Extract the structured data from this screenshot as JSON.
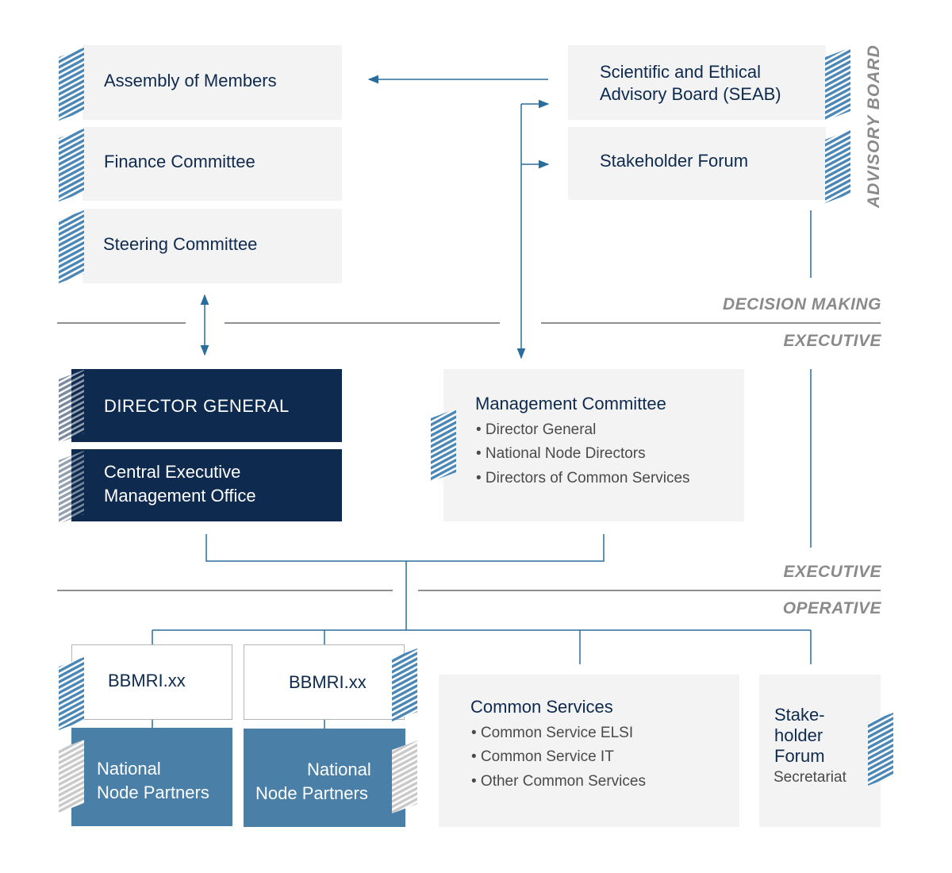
{
  "boxes": {
    "assembly": "Assembly of Members",
    "finance": "Finance Committee",
    "steering": "Steering Committee",
    "seab_line1": "Scientific and Ethical",
    "seab_line2": "Advisory Board (SEAB)",
    "stakeholder_forum": "Stakeholder Forum",
    "director_general": "DIRECTOR GENERAL",
    "ceo_line1": "Central Executive",
    "ceo_line2": "Management Office",
    "mgmt_title": "Management Committee",
    "mgmt_items": [
      "• Director General",
      "• National Node Directors",
      "• Directors of Common Services"
    ],
    "bbmri_left": "BBMRI.xx",
    "bbmri_right": "BBMRI.xx",
    "nnp_left_line1": "National",
    "nnp_left_line2": "Node Partners",
    "nnp_right_line1": "National",
    "nnp_right_line2": "Node Partners",
    "cs_title": "Common Services",
    "cs_items": [
      "• Common Service ELSI",
      "• Common Service IT",
      "• Other Common Services"
    ],
    "shf_line1": "Stake-",
    "shf_line2": "holder",
    "shf_line3": "Forum",
    "shf_sub": "Secretariat"
  },
  "labels": {
    "advisory_board": "ADVISORY BOARD",
    "decision_making": "DECISION MAKING",
    "executive_top": "EXECUTIVE",
    "executive_bottom": "EXECUTIVE",
    "operative": "OPERATIVE"
  },
  "colors": {
    "navy": "#0e2a4e",
    "steel_blue": "#4a7fa8",
    "light_gray": "#f3f3f3",
    "connector_blue": "#2a6d9c",
    "label_gray": "#8a8a8a"
  }
}
